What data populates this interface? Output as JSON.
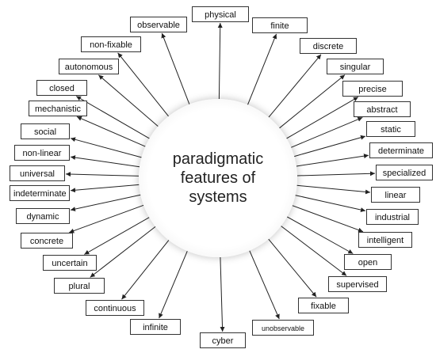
{
  "hub": {
    "title": "paradigmatic features of systems"
  },
  "features": [
    "physical",
    "finite",
    "discrete",
    "singular",
    "precise",
    "abstract",
    "static",
    "determinate",
    "specialized",
    "linear",
    "industrial",
    "intelligent",
    "open",
    "supervised",
    "fixable",
    "unobservable",
    "cyber",
    "infinite",
    "continuous",
    "plural",
    "uncertain",
    "concrete",
    "dynamic",
    "indeterminate",
    "universal",
    "non-linear",
    "social",
    "mechanistic",
    "closed",
    "autonomous",
    "non-fixable",
    "observable"
  ],
  "colors": {
    "border": "#333333",
    "arrow": "#222222",
    "hub_shadow": "#cccccc"
  }
}
